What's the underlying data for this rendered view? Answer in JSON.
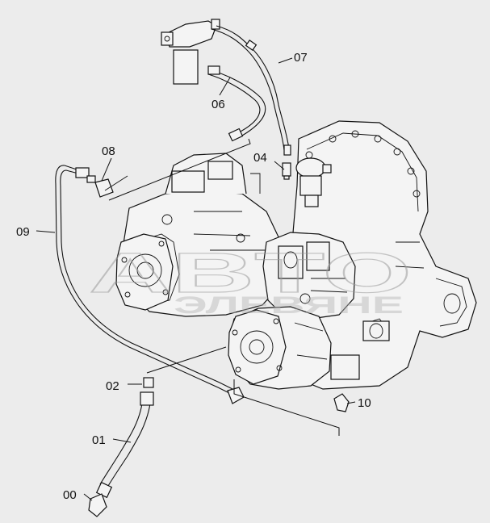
{
  "watermark": {
    "line1": "ABTO",
    "line2": "ЭЛЕВЯНЕ"
  },
  "callouts": {
    "c00": "00",
    "c01": "01",
    "c02": "02",
    "c04": "04",
    "c06": "06",
    "c07": "07",
    "c08": "08",
    "c09": "09",
    "c10": "10"
  }
}
